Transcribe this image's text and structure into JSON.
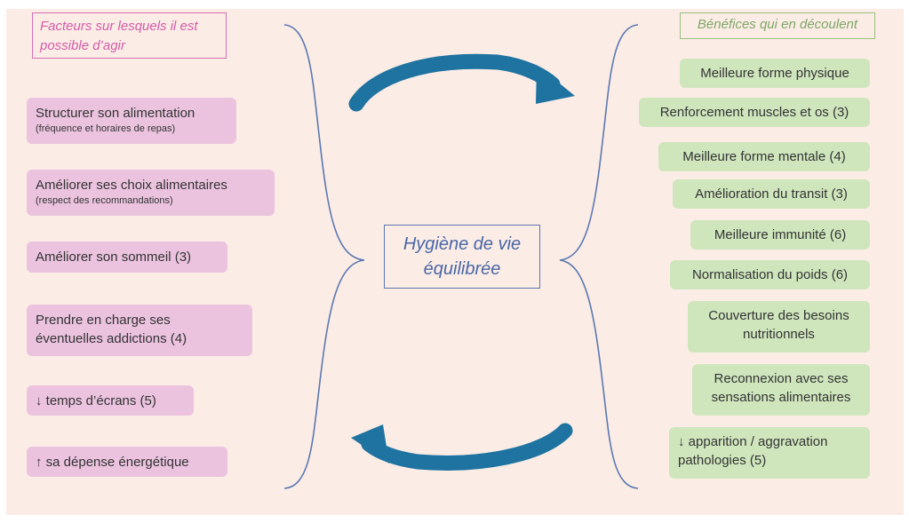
{
  "header_left": "Facteurs sur lesquels il est possible d’agir",
  "header_right": "Bénéfices qui en découlent",
  "center": {
    "line1": "Hygiène de vie",
    "line2": "équilibrée"
  },
  "factors": [
    {
      "main": "Structurer son alimentation",
      "sub": "(fréquence et horaires de repas)"
    },
    {
      "main": "Améliorer ses choix alimentaires",
      "sub": "(respect des recommandations)"
    },
    {
      "main": "Améliorer son sommeil (3)"
    },
    {
      "main": "Prendre en charge ses",
      "main2": "éventuelles addictions (4)"
    },
    {
      "main": "↓ temps d’écrans (5)"
    },
    {
      "main": "↑ sa dépense énergétique"
    }
  ],
  "benefits": [
    {
      "main": "Meilleure forme physique"
    },
    {
      "main": "Renforcement muscles et os (3)"
    },
    {
      "main": "Meilleure forme mentale (4)"
    },
    {
      "main": "Amélioration du transit (3)"
    },
    {
      "main": "Meilleure immunité (6)"
    },
    {
      "main": "Normalisation du poids (6)"
    },
    {
      "main": "Couverture des besoins",
      "main2": "nutritionnels"
    },
    {
      "main": "Reconnexion avec ses",
      "main2": "sensations alimentaires"
    },
    {
      "main": "↓ apparition / aggravation",
      "main2": "pathologies (5)"
    }
  ],
  "colors": {
    "background": "#fbece6",
    "factor_box": "#ebc3df",
    "benefit_box": "#cfe6bd",
    "bracket_and_frame": "#5b78b0",
    "arrow": "#1f73a1"
  },
  "icons": [
    "curved-arrow-right-icon",
    "curved-arrow-left-icon"
  ]
}
